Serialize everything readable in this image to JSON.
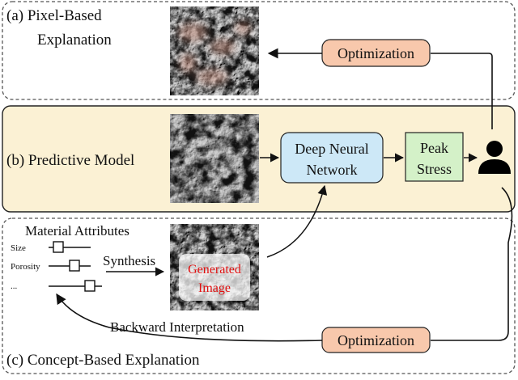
{
  "panel_a": {
    "label_line1": "(a) Pixel-Based",
    "label_line2": "Explanation",
    "optimization": "Optimization"
  },
  "panel_b": {
    "label": "(b) Predictive Model",
    "dnn_line1": "Deep Neural",
    "dnn_line2": "Network",
    "output_line1": "Peak",
    "output_line2": "Stress"
  },
  "panel_c": {
    "label": "(c) Concept-Based Explanation",
    "attributes_title": "Material Attributes",
    "attributes": [
      "Size",
      "Porosity",
      "..."
    ],
    "synthesis": "Synthesis",
    "generated_line1": "Generated",
    "generated_line2": "Image",
    "backward": "Backward Interpretation",
    "optimization": "Optimization"
  },
  "colors": {
    "panel_b_fill": "#fbf1d4",
    "dnn_fill": "#cde8f7",
    "output_fill": "#d4f1c8",
    "optimization_fill": "#f8c8ac",
    "highlight_text": "#e01010"
  },
  "icons": [
    "user-icon",
    "slider-icon"
  ]
}
